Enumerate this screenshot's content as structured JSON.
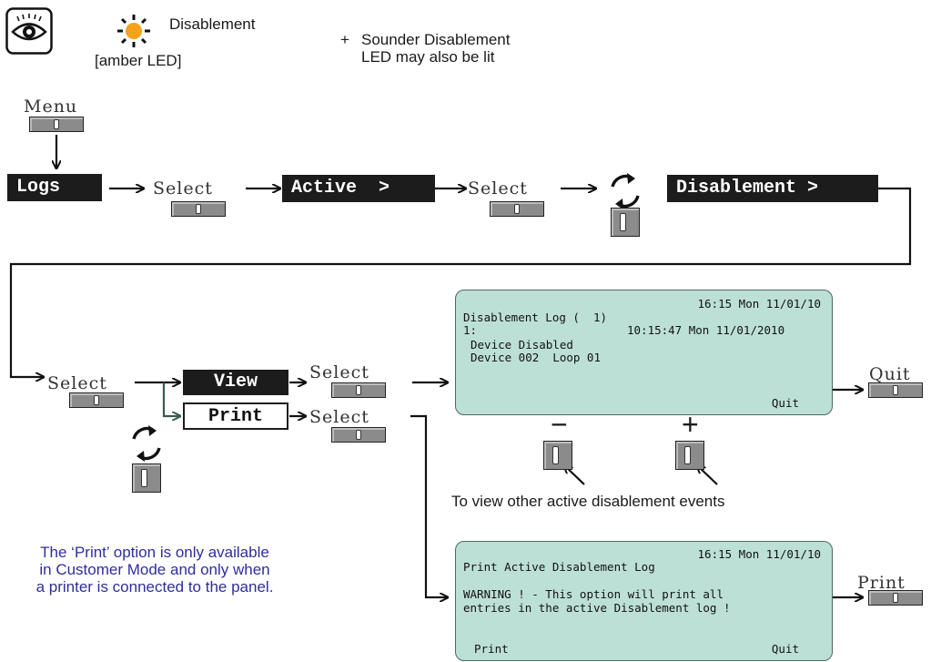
{
  "legend": {
    "led_label": "Disablement",
    "led_sub": "[amber LED]",
    "plus_sign": "+",
    "sounder_line1": "Sounder Disablement",
    "sounder_line2": "LED may also be lit",
    "led_color": "#f5a21b"
  },
  "flow": {
    "menu_label": "Menu",
    "logs_label": "Logs",
    "select_label": "Select",
    "active_label": "Active  >",
    "disablement_label": "Disablement >",
    "view_label": "View",
    "print_label": "Print",
    "quit_label": "Quit",
    "minus_label": "−",
    "plus_label": "+",
    "other_events_text": "To view other active disablement events"
  },
  "lcd_log": {
    "datetime": "16:15 Mon 11/01/10",
    "line1": "Disablement Log (  1)",
    "line2_num": "1:",
    "line2_time": "10:15:47 Mon 11/01/2010",
    "line3": "Device Disabled",
    "line4": "Device 002  Loop 01",
    "soft_right": "Quit"
  },
  "lcd_print": {
    "datetime": "16:15 Mon 11/01/10",
    "line1": "Print Active Disablement Log",
    "line2": "WARNING ! - This option will print all",
    "line3": "entries in the active Disablement log !",
    "soft_left": "Print",
    "soft_right": "Quit"
  },
  "note": {
    "line1": "The ‘Print’ option is only available",
    "line2": "in Customer Mode and  only when",
    "line3": "a printer is connected to the panel."
  },
  "colors": {
    "lcd_bg": "#bde0d6",
    "note_text": "#2e2e9c",
    "box_dark": "#1c1c1c",
    "button_grey": "#8b8b8b"
  }
}
